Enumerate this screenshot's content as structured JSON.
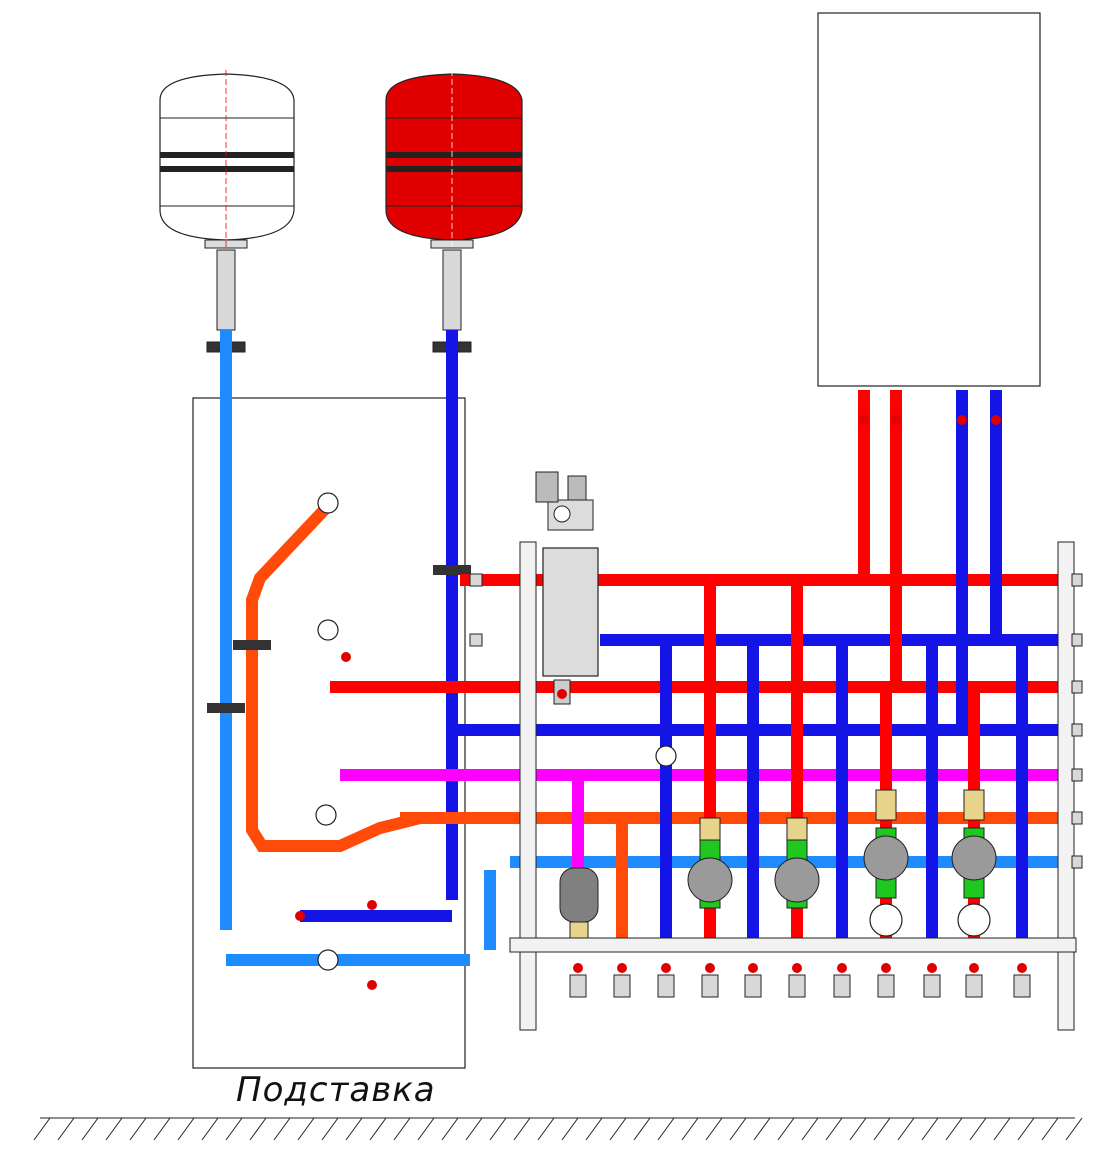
{
  "stand_label": "Подставка",
  "colors": {
    "supply_hot": "#ff0000",
    "return_main": "#1414e6",
    "light_blue": "#1e8cff",
    "orange": "#ff4a0a",
    "magenta": "#ff00ff",
    "vessel_red": "#e00000",
    "vessel_white": "#ffffff",
    "brass": "#e8d38a",
    "pump_green": "#1ec81e",
    "pump_grey": "#9a9a9a",
    "fitting": "#d8d8d8",
    "axis": "#ff0000"
  },
  "components": {
    "expansion_vessel_white": "expansion-vessel",
    "expansion_vessel_red": "expansion-vessel",
    "boiler": "boiler-unit",
    "hydraulic_separator": "hydro-separator",
    "manifold": "distribution-manifold",
    "pumps": "circulation-pumps",
    "thermometers": "thermometer-icon",
    "ball_valves": "ball-valve-icon"
  }
}
